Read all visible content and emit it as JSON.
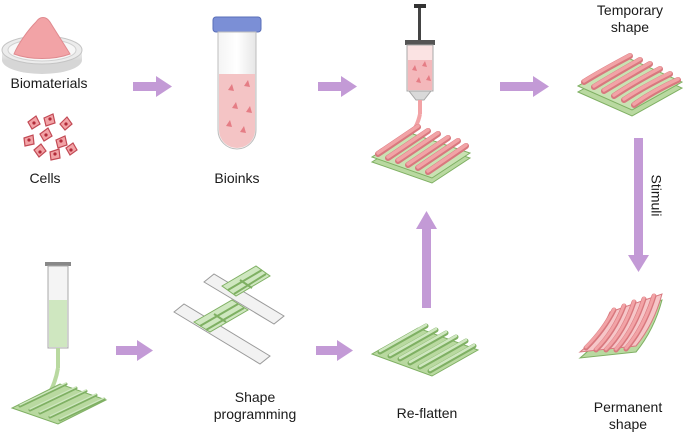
{
  "labels": {
    "biomaterials": "Biomaterials",
    "cells": "Cells",
    "bioinks": "Bioinks",
    "temporary_line1": "Temporary",
    "temporary_line2": "shape",
    "stimuli": "Stimuli",
    "shape_programming_line1": "Shape",
    "shape_programming_line2": "programming",
    "reflatten": "Re-flatten",
    "permanent_line1": "Permanent",
    "permanent_line2": "shape"
  },
  "colors": {
    "arrow": "#c39ad6",
    "pink": "#f2a3a6",
    "pink_dark": "#d8787e",
    "green": "#b9d9a0",
    "green_dark": "#7fb063",
    "cap_blue": "#7b8fd6"
  }
}
